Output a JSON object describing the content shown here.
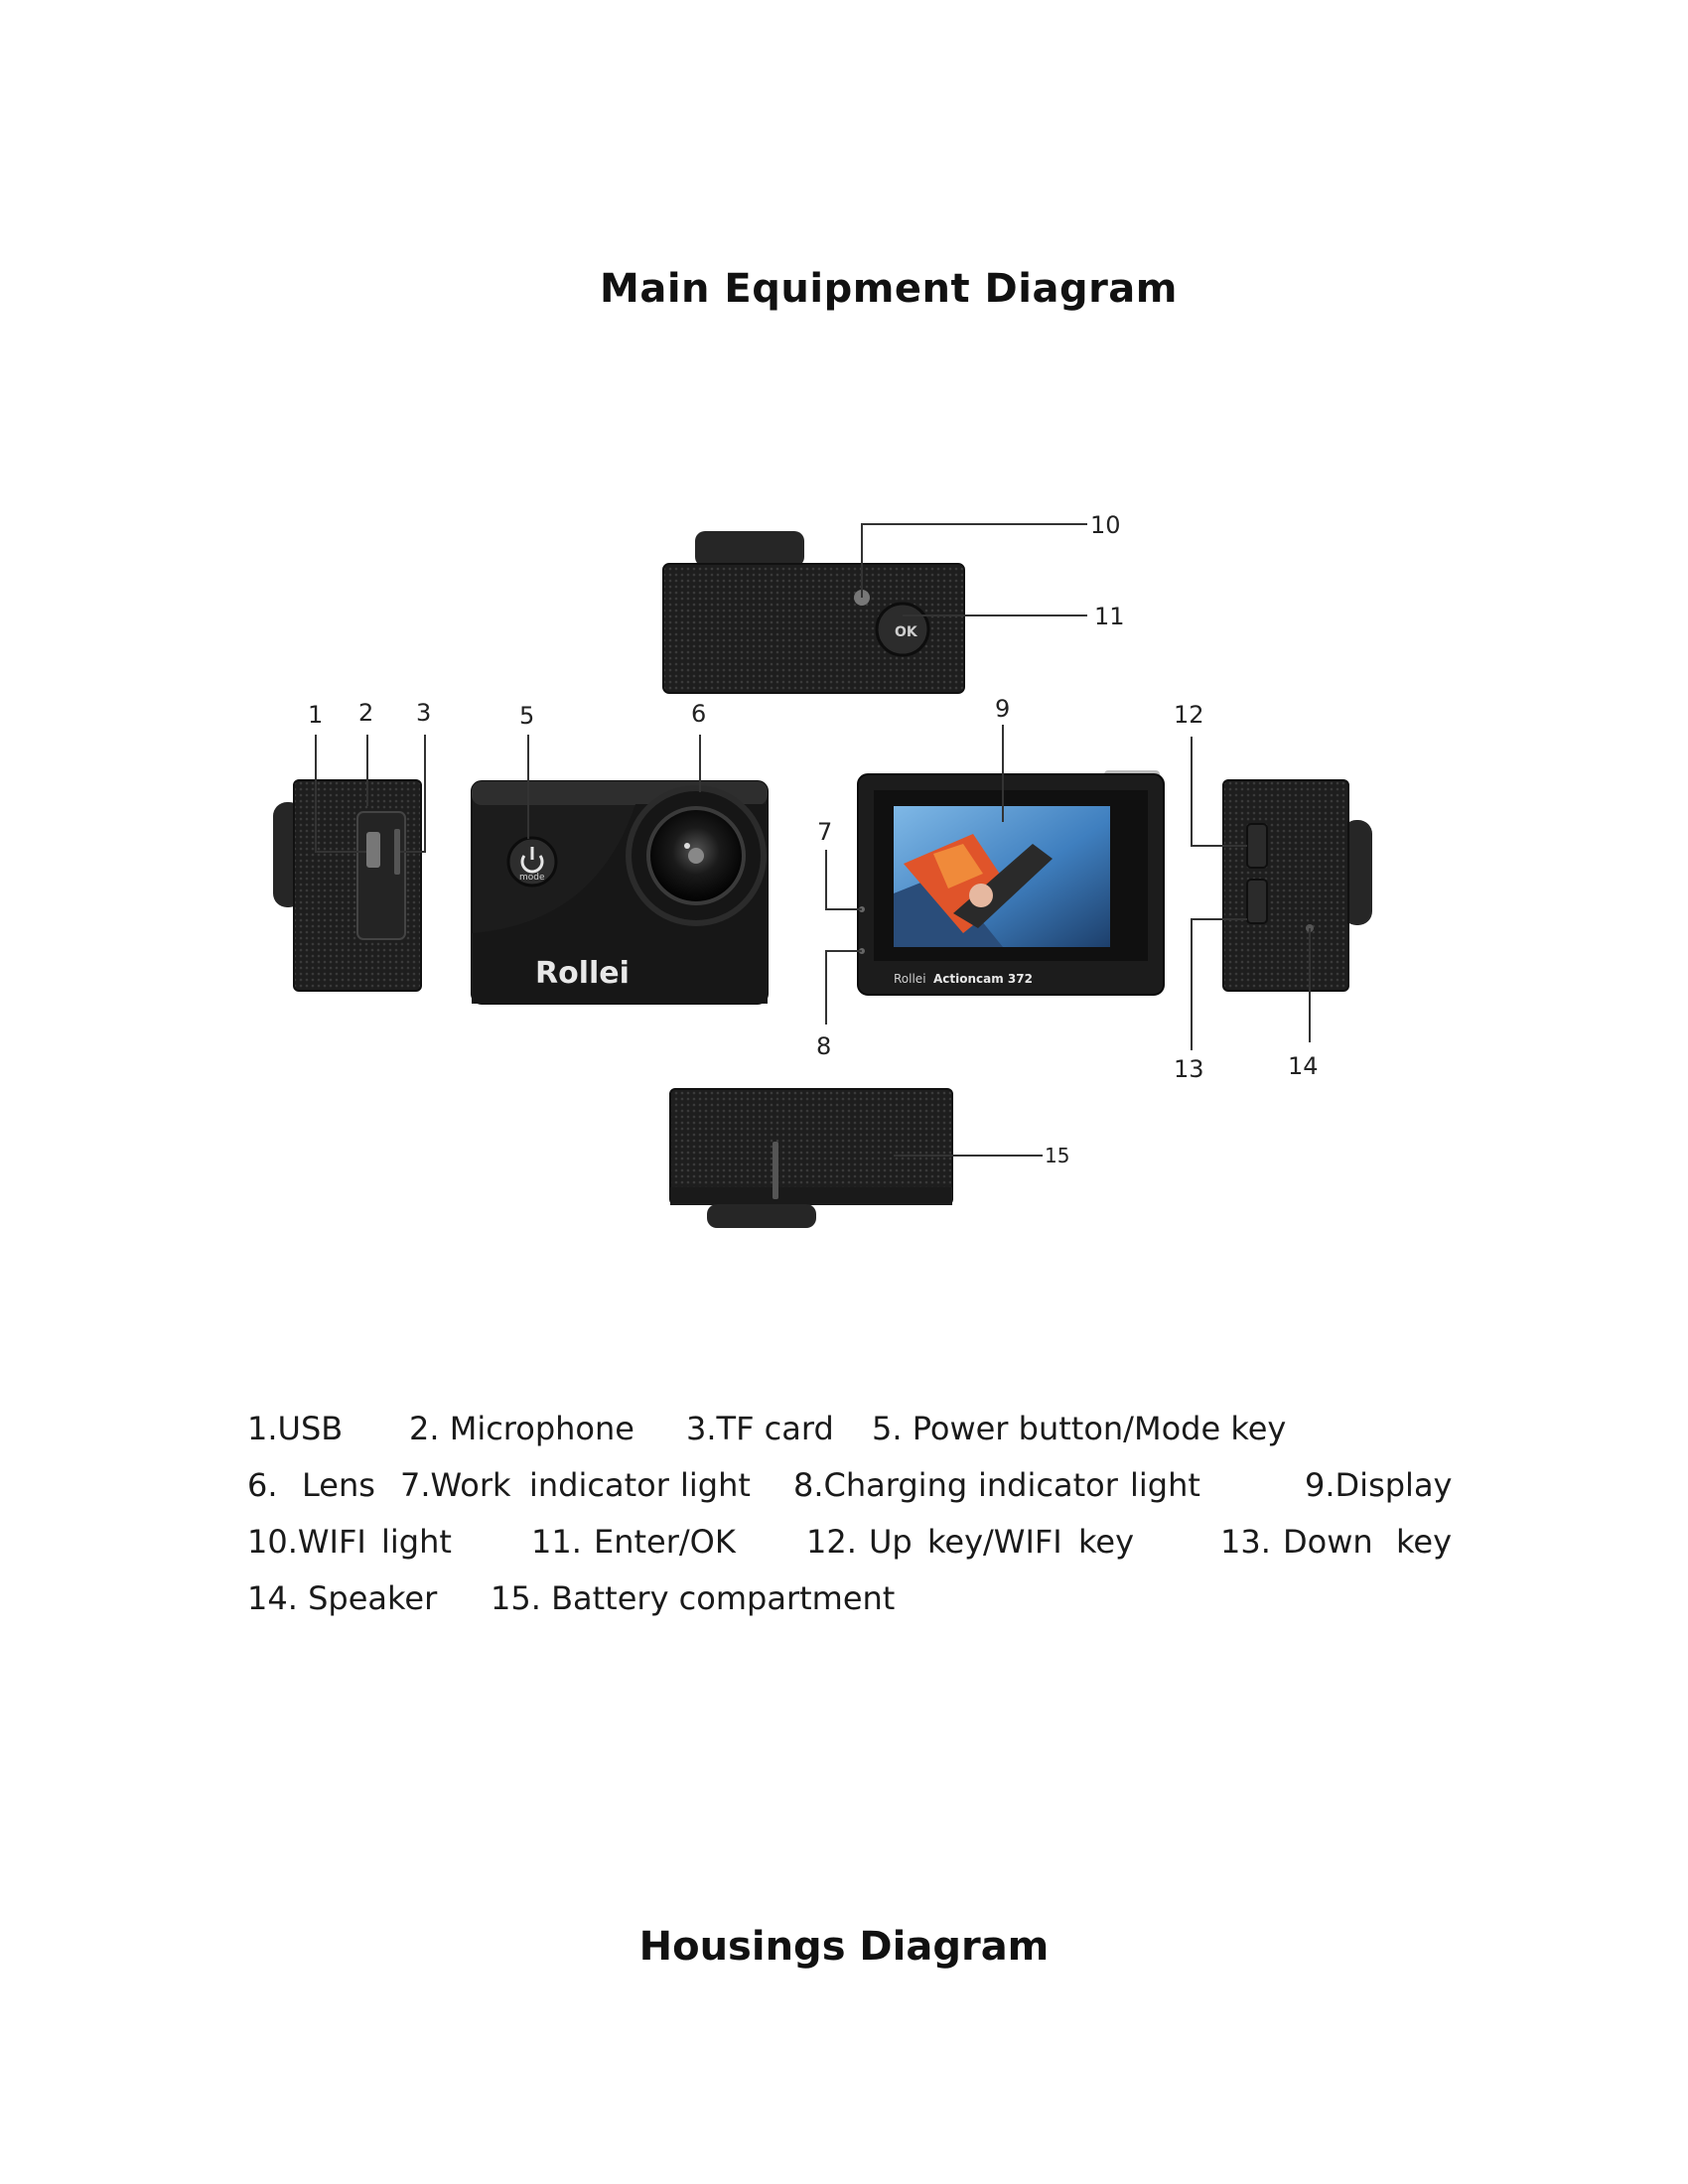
{
  "title": "Main Equipment Diagram",
  "housings_title": "Housings Diagram",
  "diagram": {
    "callouts": [
      "1",
      "2",
      "3",
      "5",
      "6",
      "7",
      "8",
      "9",
      "10",
      "11",
      "12",
      "13",
      "14",
      "15"
    ],
    "button_labels": {
      "ok": "OK",
      "mode": "mode"
    },
    "brand": "Rollei",
    "screen_caption": {
      "brand": "Rollei",
      "model": "Actioncam 372"
    }
  },
  "legend": {
    "rows": [
      [
        "1.USB",
        "2. Microphone",
        "3.TF card",
        "5. Power button/Mode key"
      ],
      [
        "6.",
        "Lens",
        "7.Work",
        "indicator",
        "light",
        "8.Charging",
        "indicator",
        "light",
        "9.Display"
      ],
      [
        "10.WIFI",
        "light",
        "11.",
        "Enter/OK",
        "12.",
        "Up",
        "key/WIFI",
        "key",
        "13.",
        "Down",
        "key"
      ],
      [
        "14. Speaker",
        "15. Battery compartment"
      ]
    ]
  },
  "colors": {
    "body": "#1c1c1c",
    "leader": "#333333",
    "lens_ring": "#2a2a2a"
  }
}
